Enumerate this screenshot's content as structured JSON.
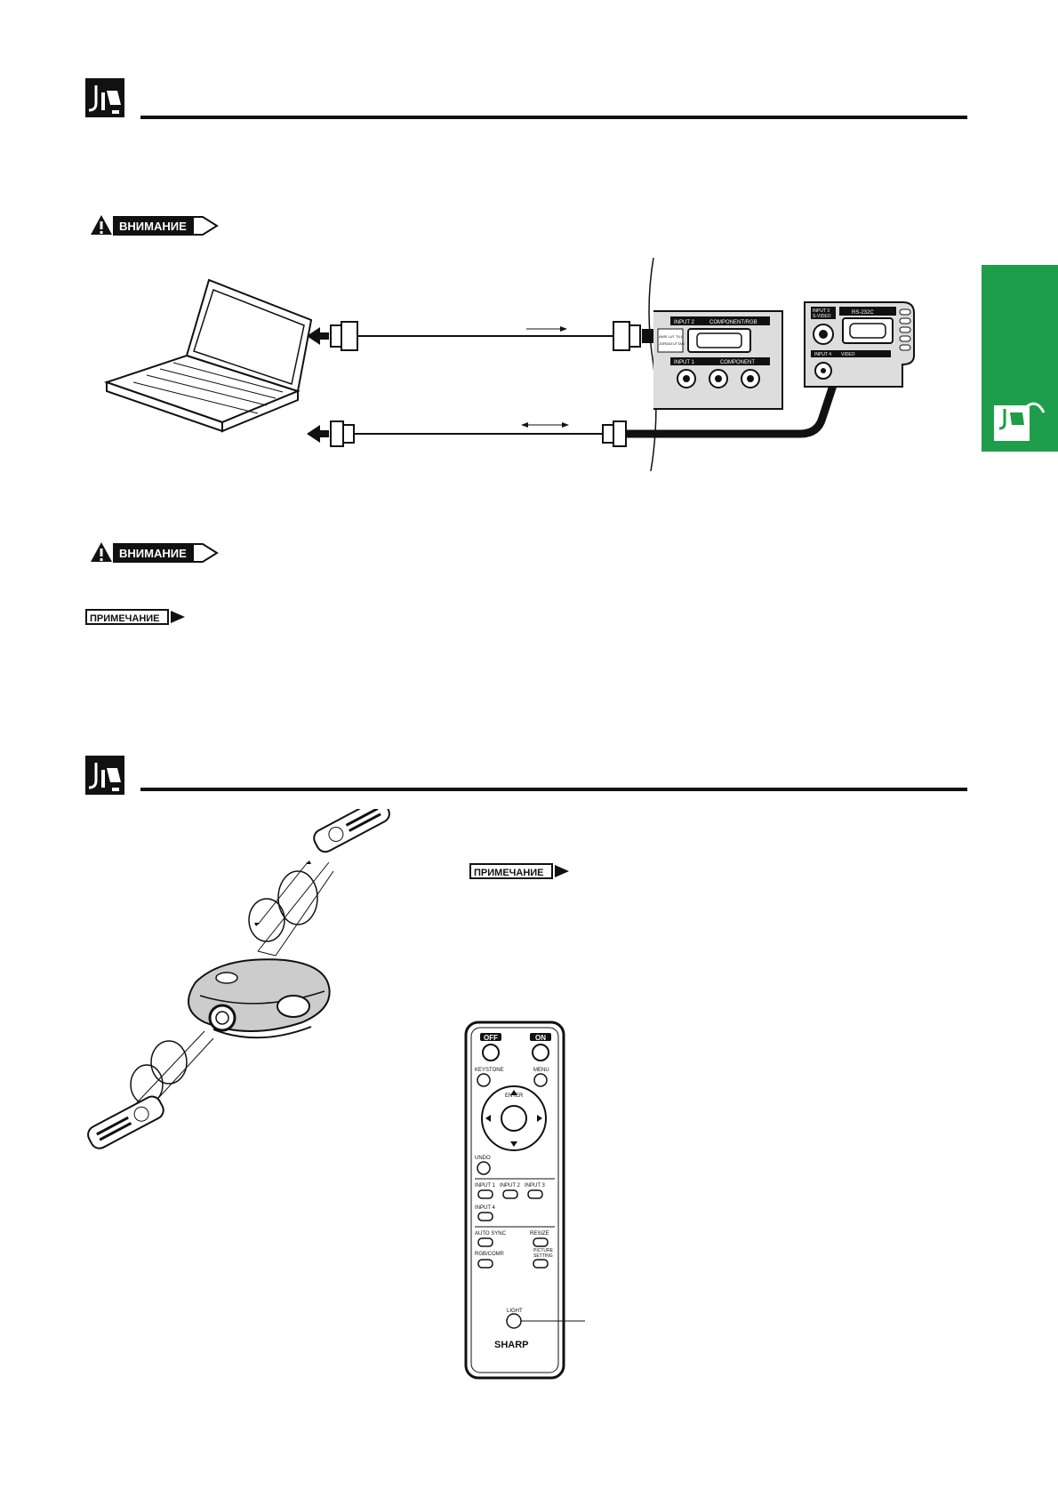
{
  "labels": {
    "caution": "ВНИМАНИЕ",
    "note": "ПРИМЕЧАНИЕ"
  },
  "panel": {
    "input2": "INPUT 2",
    "component_rgb": "COMPONENT/RGB",
    "input1": "INPUT 1",
    "component": "COMPONENT",
    "input3": "INPUT 3",
    "svideo": "S-VIDEO",
    "rs232c": "RS-232C",
    "input4": "INPUT 4",
    "video": "VIDEO",
    "audio_out": "ANSI LUT TILL",
    "audio_out2": "JORDATUTTAG"
  },
  "remote": {
    "off": "OFF",
    "on": "ON",
    "keystone": "KEYSTONE",
    "menu": "MENU",
    "enter": "ENTER",
    "undo": "UNDO",
    "input1": "INPUT 1",
    "input2": "INPUT 2",
    "input3": "INPUT 3",
    "input4": "INPUT 4",
    "auto_sync": "AUTO SYNC",
    "resize": "RESIZE",
    "rgb_comp": "RGB/COMP.",
    "picture_setting_1": "PICTURE",
    "picture_setting_2": "SETTING",
    "light": "LIGHT",
    "brand": "SHARP"
  },
  "colors": {
    "accent_green": "#1e9e4a",
    "ink": "#111111"
  }
}
